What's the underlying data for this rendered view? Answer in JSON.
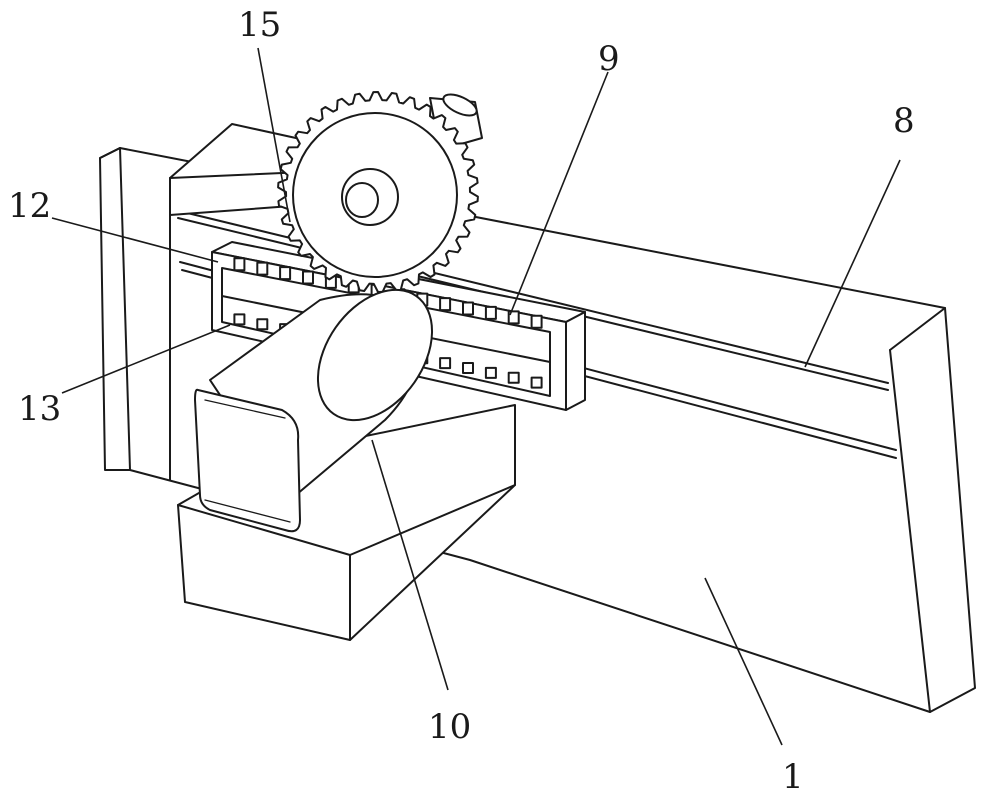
{
  "labels": {
    "l15": "15",
    "l9": "9",
    "l8": "8",
    "l12": "12",
    "l13": "13",
    "l10": "10",
    "l1": "1"
  },
  "colors": {
    "line": "#1a1a1a",
    "background": "#ffffff"
  }
}
